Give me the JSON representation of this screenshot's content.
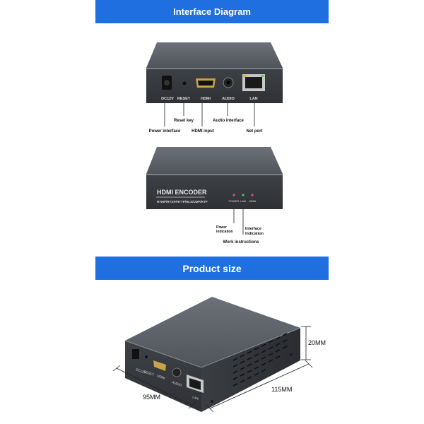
{
  "banners": {
    "interface": "Interface Diagram",
    "size": "Product size"
  },
  "back_panel": {
    "ports": {
      "dc": "DC12V",
      "reset": "RESET",
      "hdmi": "HDMI",
      "audio": "AUDIO",
      "lan": "LAN"
    },
    "callouts": {
      "power": "Power interface",
      "reset": "Reset key",
      "hdmi": "HDMI input",
      "audio": "Audio interface",
      "net": "Net port"
    }
  },
  "front_panel": {
    "title": "HDMI ENCODER",
    "protocols": "RTMP/RTSP/HTTP/HLS/UDP/RTP",
    "leds": {
      "power": "POWER",
      "lan": "LAN",
      "hdmi": "HDMI"
    },
    "callouts": {
      "power_line1": "Power",
      "power_line2": "indication",
      "iface_line1": "Interface",
      "iface_line2": "indication",
      "work": "Work instructions"
    }
  },
  "dimensions": {
    "height": "20MM",
    "depth": "115MM",
    "width": "95MM"
  },
  "colors": {
    "banner": "#1f6fe0",
    "box": "#4a4d53",
    "led_power": "#e64a8c",
    "led_lan": "#43c463",
    "led_hdmi": "#e64a8c"
  }
}
